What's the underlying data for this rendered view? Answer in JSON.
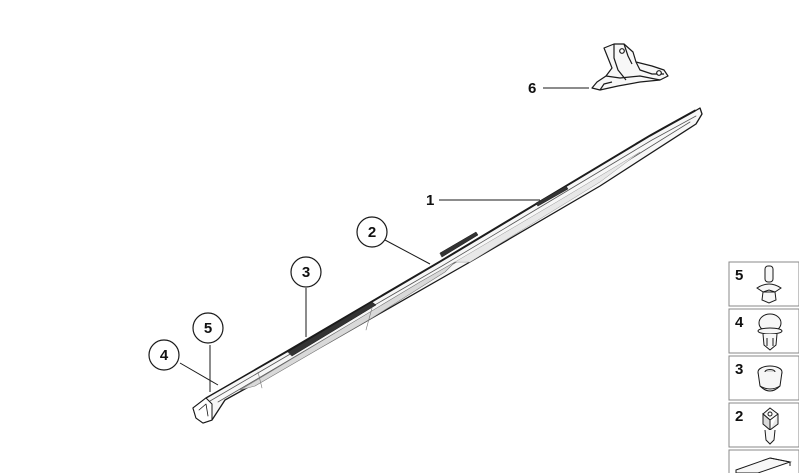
{
  "callouts": {
    "c1": "1",
    "c2": "2",
    "c3": "3",
    "c4": "4",
    "c5": "5",
    "c6": "6"
  },
  "legend_panels": [
    {
      "number": "5",
      "part_icon": "push-rivet-icon"
    },
    {
      "number": "4",
      "part_icon": "round-clip-icon"
    },
    {
      "number": "3",
      "part_icon": "grommet-icon"
    },
    {
      "number": "2",
      "part_icon": "square-clip-icon"
    },
    {
      "number": "",
      "part_icon": "foam-strip-icon"
    }
  ],
  "colors": {
    "line": "#1a1a1a",
    "part_fill": "#f7f7f7",
    "part_shade": "#d9d9d9",
    "panel_border": "#888888"
  }
}
